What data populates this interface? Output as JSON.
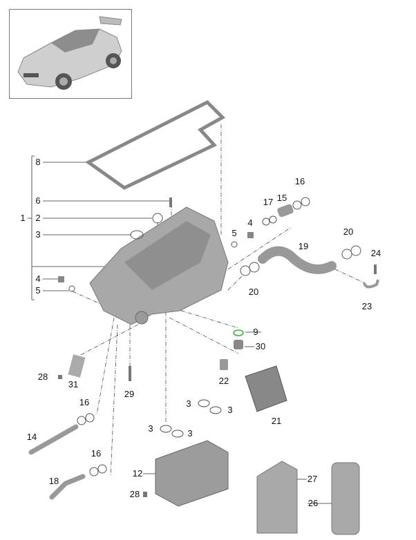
{
  "diagram": {
    "title_thumbnail": "vehicle-overview",
    "accent_ring_color": "#2bb52b",
    "part_color": "#9a9a9a",
    "labels": [
      "8",
      "6",
      "1",
      "2",
      "3",
      "4",
      "5",
      "5",
      "4",
      "17",
      "15",
      "16",
      "20",
      "19",
      "24",
      "20",
      "23",
      "9",
      "30",
      "28",
      "31",
      "22",
      "29",
      "16",
      "3",
      "3",
      "21",
      "3",
      "3",
      "14",
      "16",
      "12",
      "27",
      "18",
      "28",
      "26"
    ]
  }
}
